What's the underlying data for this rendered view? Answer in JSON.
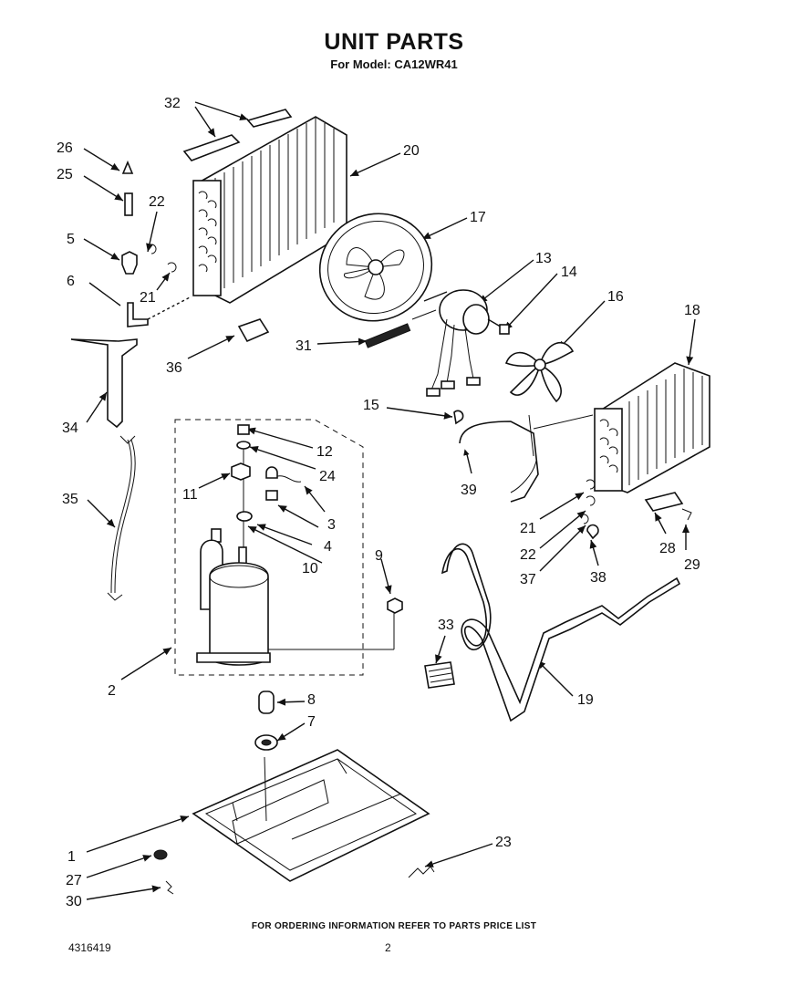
{
  "header": {
    "title": "UNIT PARTS",
    "subtitle": "For Model: CA12WR41"
  },
  "footer": {
    "note": "FOR ORDERING INFORMATION REFER TO PARTS PRICE LIST",
    "doc_number": "4316419",
    "page_number": "2"
  },
  "parts": {
    "p1": "1",
    "p2": "2",
    "p3": "3",
    "p4": "4",
    "p5": "5",
    "p6": "6",
    "p7": "7",
    "p8": "8",
    "p9": "9",
    "p10": "10",
    "p11": "11",
    "p12": "12",
    "p13": "13",
    "p14": "14",
    "p15": "15",
    "p16": "16",
    "p17": "17",
    "p18": "18",
    "p19": "19",
    "p20": "20",
    "p21a": "21",
    "p21b": "21",
    "p22a": "22",
    "p22b": "22",
    "p23": "23",
    "p24": "24",
    "p25": "25",
    "p26": "26",
    "p27": "27",
    "p28": "28",
    "p29": "29",
    "p30": "30",
    "p31": "31",
    "p32": "32",
    "p33": "33",
    "p34": "34",
    "p35": "35",
    "p36": "36",
    "p37": "37",
    "p38": "38",
    "p39": "39"
  }
}
